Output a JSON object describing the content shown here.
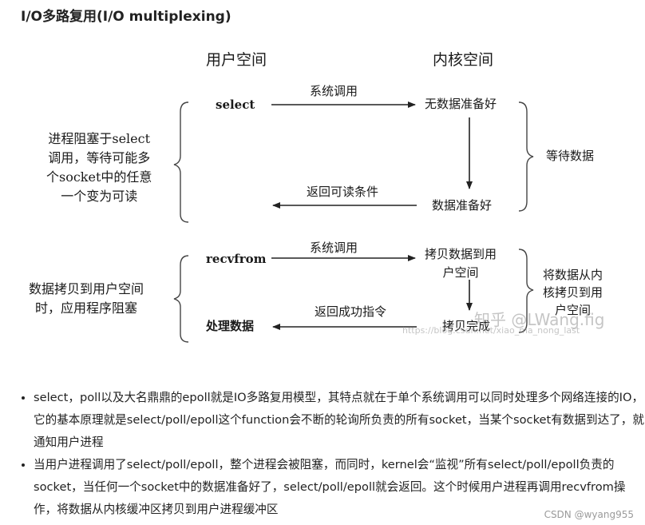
{
  "heading": "I/O多路复用(I/O multiplexing)",
  "diagram": {
    "user_space": "用户空间",
    "kernel_space": "内核空间",
    "call_select": "select",
    "syscall_1": "系统调用",
    "kernel_no_data": "无数据准备好",
    "kernel_wait": "等待数据",
    "kernel_data_ready": "数据准备好",
    "return_readable": "返回可读条件",
    "note_block_select": [
      "进程阻塞于select",
      "调用，等待可能多",
      "个socket中的任意",
      "一个变为可读"
    ],
    "call_recvfrom": "recvfrom",
    "syscall_2": "系统调用",
    "kernel_copy_data": [
      "拷贝数据到用",
      "户空间"
    ],
    "kernel_copy_label": [
      "将数据从内",
      "核拷贝到用",
      "户空间"
    ],
    "kernel_copy_done": "拷贝完成",
    "return_success": "返回成功指令",
    "process_data": "处理数据",
    "note_copy_block": [
      "数据拷贝到用户空间",
      "时，应用程序阻塞"
    ],
    "watermark_brand": "知乎 @LWang.fig",
    "watermark_url": "https://blog.csdn.net/xiao_ma_nong_last"
  },
  "bullets": [
    "select，poll以及大名鼎鼎的epoll就是IO多路复用模型，其特点就在于单个系统调用可以同时处理多个网络连接的IO，它的基本原理就是select/poll/epoll这个function会不断的轮询所负责的所有socket，当某个socket有数据到达了，就通知用户进程",
    "当用户进程调用了select/poll/epoll，整个进程会被阻塞，而同时，kernel会“监视”所有select/poll/epoll负责的socket，当任何一个socket中的数据准备好了，select/poll/epoll就会返回。这个时候用户进程再调用recvfrom操作，将数据从内核缓冲区拷贝到用户进程缓冲区"
  ],
  "credit": "CSDN @wyang955"
}
